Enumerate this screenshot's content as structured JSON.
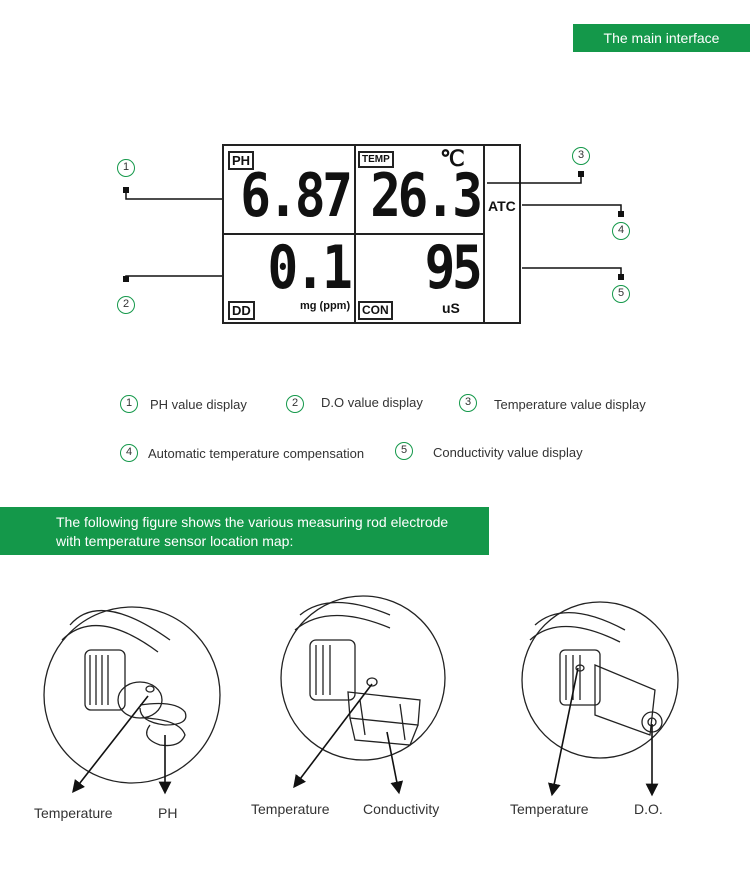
{
  "header": {
    "title": "The main interface"
  },
  "display": {
    "ph_tag": "PH",
    "ph_value": "6.87",
    "temp_tag": "TEMP",
    "temp_unit": "℃",
    "temp_value": "26.3",
    "atc": "ATC",
    "do_tag": "DD",
    "do_value": "0.1",
    "do_unit": "mg (ppm)",
    "con_tag": "CON",
    "con_value": "95",
    "con_unit": "uS"
  },
  "callouts": [
    "1",
    "2",
    "3",
    "4",
    "5"
  ],
  "legend": [
    {
      "num": "1",
      "label": "PH value display"
    },
    {
      "num": "2",
      "label": "D.O value display"
    },
    {
      "num": "3",
      "label": "Temperature value display"
    },
    {
      "num": "4",
      "label": "Automatic temperature compensation"
    },
    {
      "num": "5",
      "label": "Conductivity value display"
    }
  ],
  "section": {
    "line1": "The following figure shows the various measuring rod electrode",
    "line2": "with temperature sensor location map:"
  },
  "probes": [
    {
      "left": "Temperature",
      "right": "PH"
    },
    {
      "left": "Temperature",
      "right": "Conductivity"
    },
    {
      "left": "Temperature",
      "right": "D.O."
    }
  ],
  "colors": {
    "accent": "#14984a",
    "ink": "#222222"
  }
}
